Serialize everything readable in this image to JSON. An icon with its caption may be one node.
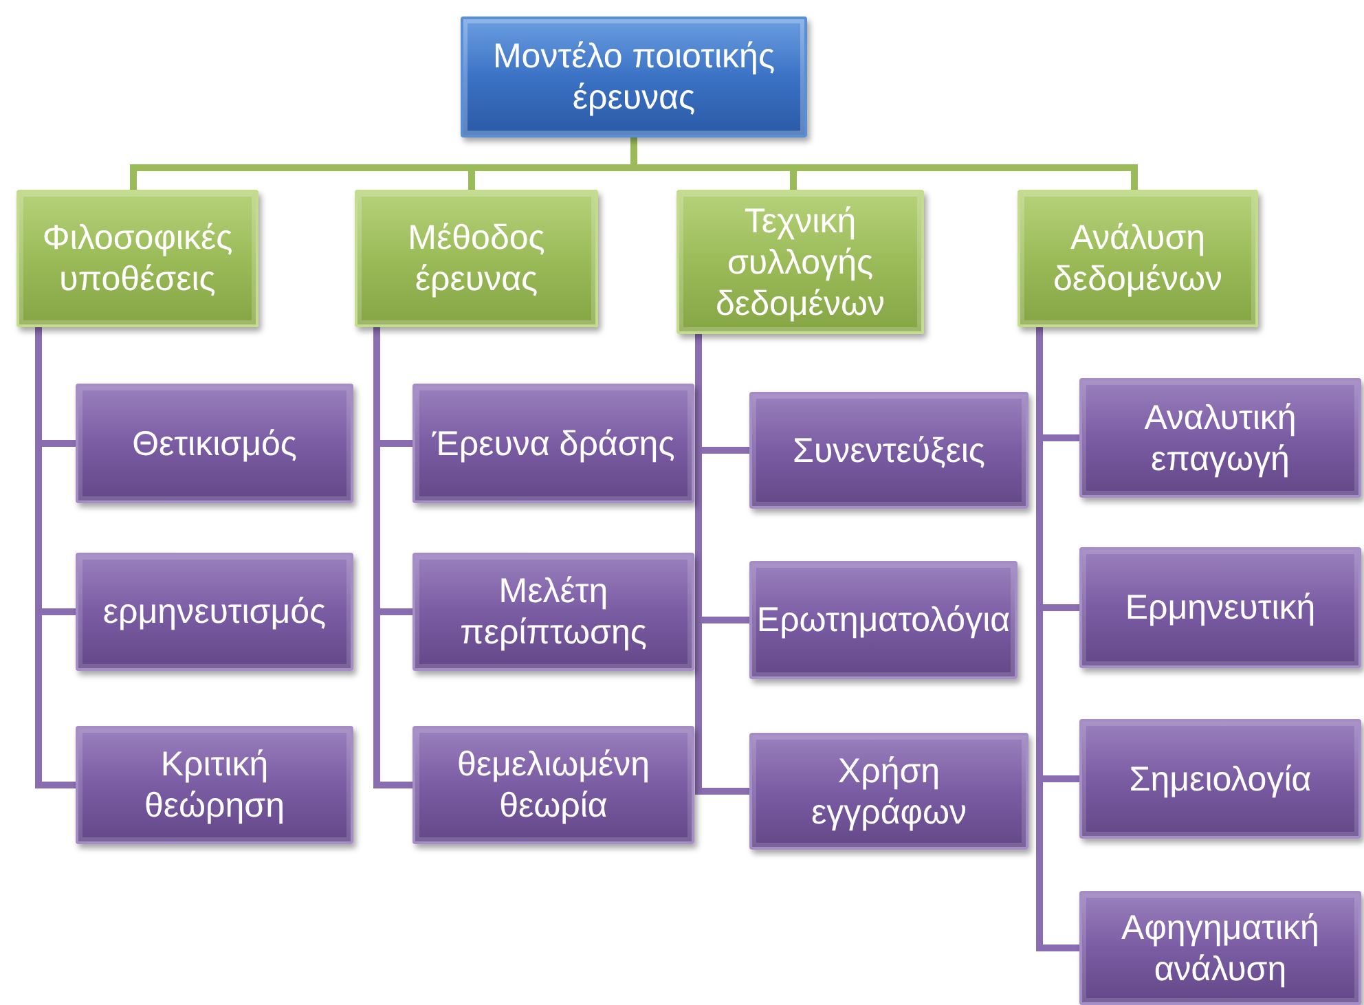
{
  "diagram": {
    "nodes": [
      {
        "text": [
          "Μοντέλο ποιοτικής έρευνας"
        ]
      },
      {
        "text": [
          "Φιλοσοφικές υποθέσεις"
        ]
      },
      {
        "text": [
          "Μέθοδος έρευνας"
        ]
      },
      {
        "text": [
          "Τεχνική συλλογής δεδομένων"
        ]
      },
      {
        "text": [
          "Ανάλυση δεδομένων"
        ]
      },
      {
        "text": [
          "Θετικισμός"
        ]
      },
      {
        "text": [
          "ερμηνευτισμός"
        ]
      },
      {
        "text": [
          "Κριτική θεώρηση"
        ]
      },
      {
        "text": [
          "Έρευνα δράσης"
        ]
      },
      {
        "text": [
          "Μελέτη περίπτωσης"
        ]
      },
      {
        "text": [
          "θεμελιωμένη θεωρία"
        ]
      },
      {
        "text": [
          "Συνεντεύξεις"
        ]
      },
      {
        "text": [
          "Ερωτηματολόγια"
        ]
      },
      {
        "text": [
          "Χρήση εγγράφων"
        ]
      },
      {
        "text": [
          "Αναλυτική επαγωγή"
        ]
      },
      {
        "text": [
          "Ερμηνευτική"
        ]
      },
      {
        "text": [
          "Σημειολογία"
        ]
      },
      {
        "text": [
          "Αφηγηματική ανάλυση"
        ]
      }
    ],
    "edges": [
      {
        "from": 0,
        "to": 1,
        "arrow": "none",
        "color": "#9bbb59"
      },
      {
        "from": 0,
        "to": 2,
        "arrow": "none",
        "color": "#9bbb59"
      },
      {
        "from": 0,
        "to": 3,
        "arrow": "none",
        "color": "#9bbb59"
      },
      {
        "from": 0,
        "to": 4,
        "arrow": "none",
        "color": "#9bbb59"
      },
      {
        "from": 1,
        "to": 5,
        "arrow": "none"
      },
      {
        "from": 1,
        "to": 6,
        "arrow": "none"
      },
      {
        "from": 1,
        "to": 7,
        "arrow": "none"
      },
      {
        "from": 2,
        "to": 8,
        "arrow": "none"
      },
      {
        "from": 2,
        "to": 9,
        "arrow": "none"
      },
      {
        "from": 2,
        "to": 10,
        "arrow": "none"
      },
      {
        "from": 3,
        "to": 11,
        "arrow": "none"
      },
      {
        "from": 3,
        "to": 12,
        "arrow": "none"
      },
      {
        "from": 3,
        "to": 13,
        "arrow": "none"
      },
      {
        "from": 4,
        "to": 14,
        "arrow": "none"
      },
      {
        "from": 4,
        "to": 15,
        "arrow": "none"
      },
      {
        "from": 4,
        "to": 16,
        "arrow": "none"
      },
      {
        "from": 4,
        "to": 17,
        "arrow": "none"
      }
    ]
  }
}
